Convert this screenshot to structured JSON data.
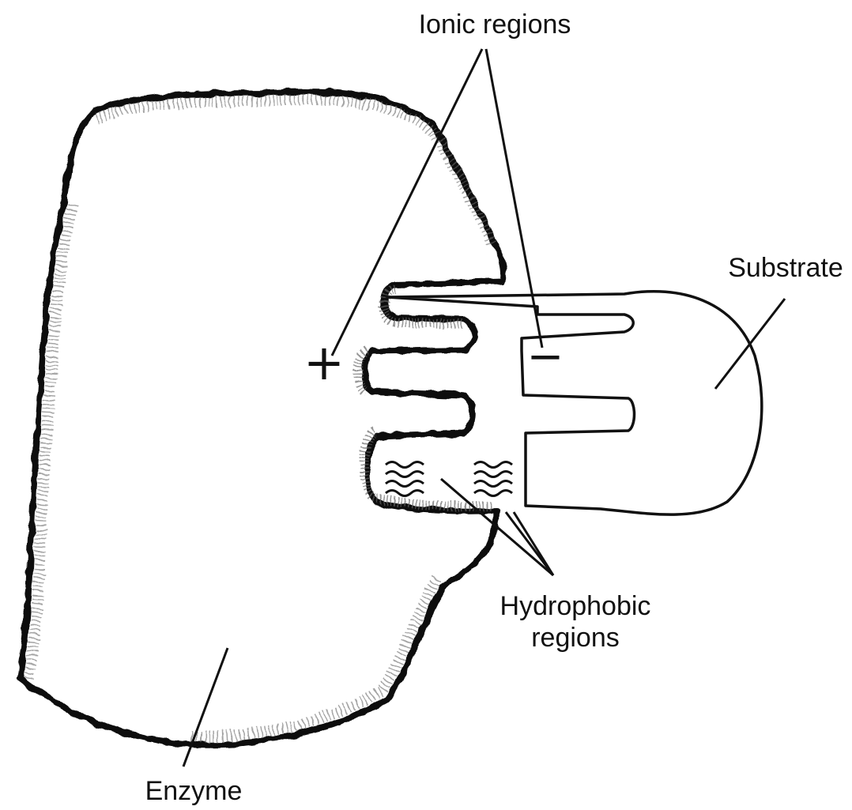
{
  "labels": {
    "ionic": "Ionic regions",
    "substrate": "Substrate",
    "hydrophobic_line1": "Hydrophobic",
    "hydrophobic_line2": "regions",
    "enzyme": "Enzyme"
  },
  "charges": {
    "enzyme_site": "+",
    "substrate_site": "−"
  },
  "colors": {
    "ink": "#111111",
    "background": "#ffffff"
  }
}
